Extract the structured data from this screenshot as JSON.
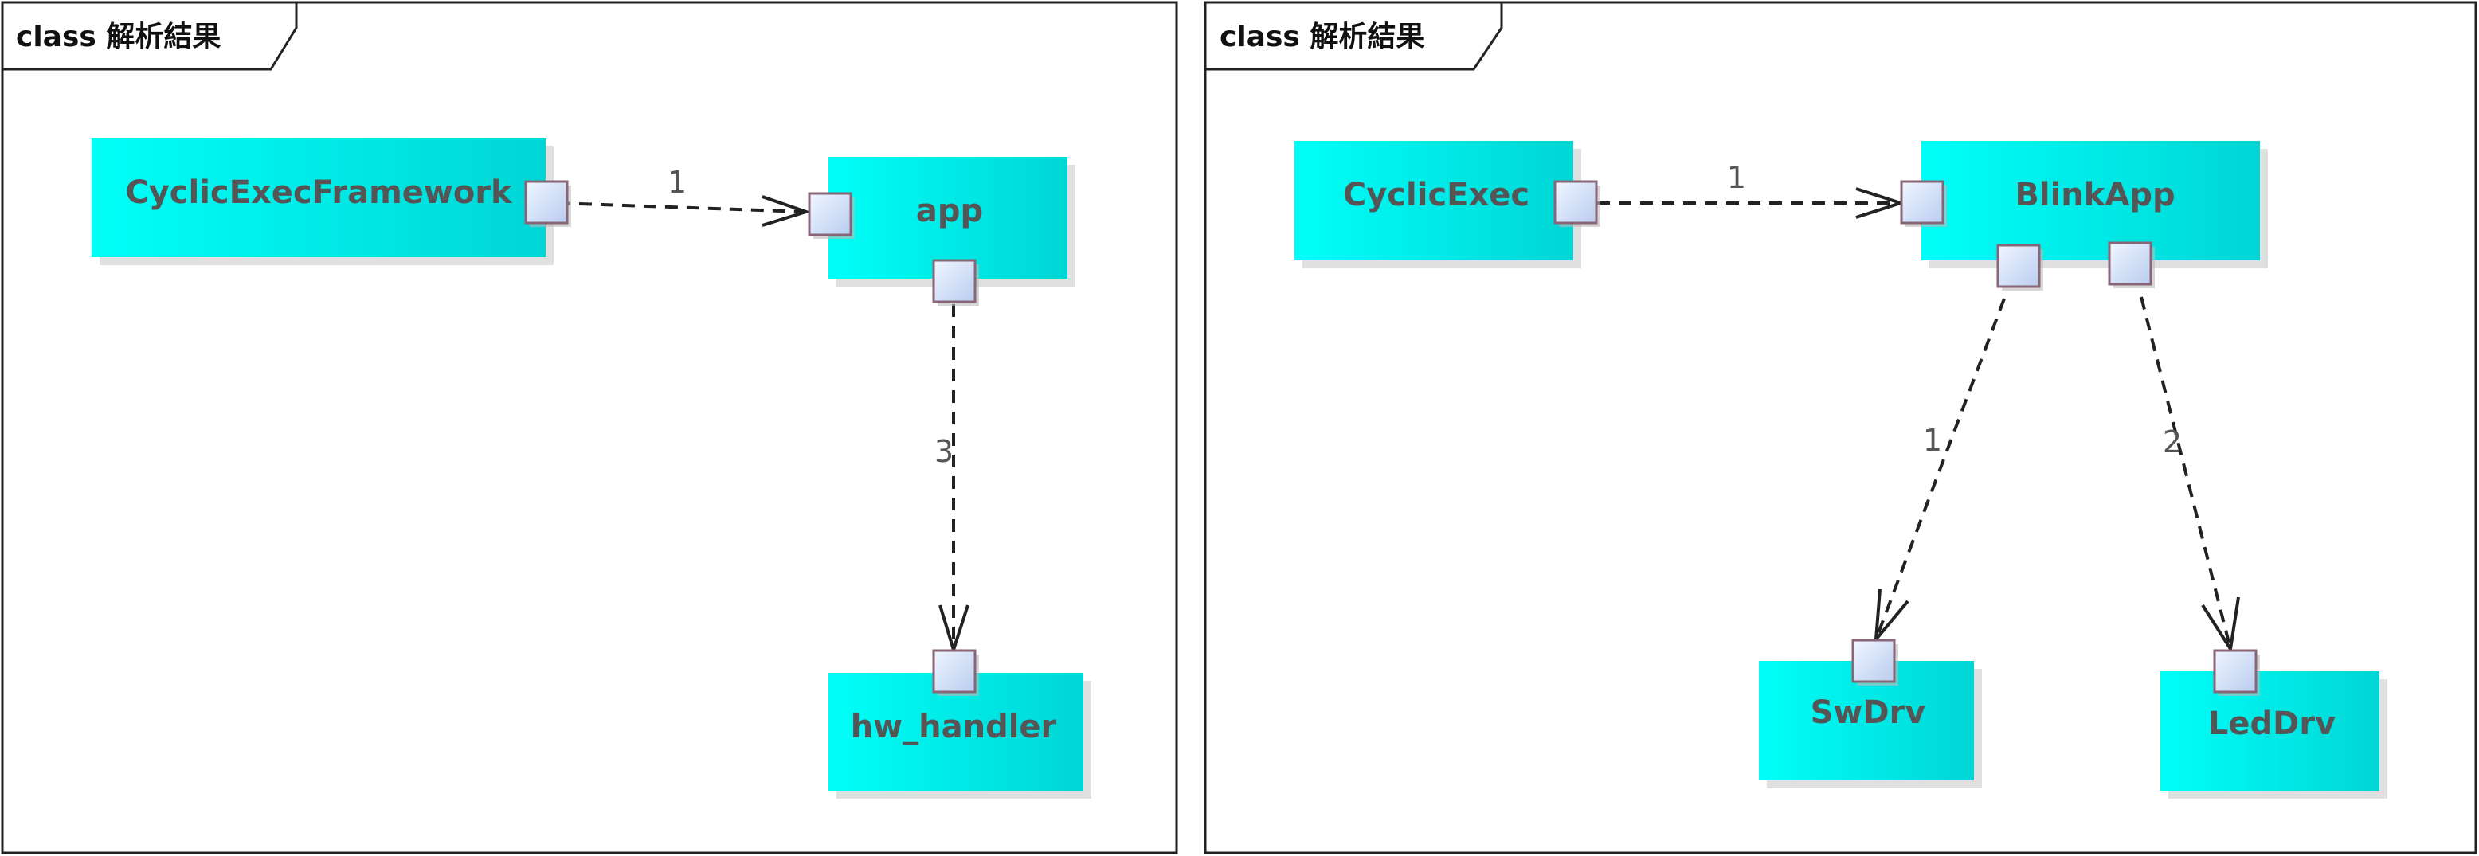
{
  "colors": {
    "component_fill": "#00fff8",
    "component_fill_dark": "#00d6d6",
    "port_fill_light": "#f0f6ff",
    "port_fill_dark": "#b9ccef",
    "text": "#555555",
    "line": "#222222"
  },
  "frames": [
    {
      "title": "class 解析結果",
      "components": [
        {
          "name": "CyclicExecFramework"
        },
        {
          "name": "app"
        },
        {
          "name": "hw_handler"
        }
      ],
      "connectors": [
        {
          "label": "1",
          "from": "CyclicExecFramework",
          "to": "app"
        },
        {
          "label": "3",
          "from": "app",
          "to": "hw_handler"
        }
      ]
    },
    {
      "title": "class 解析結果",
      "components": [
        {
          "name": "CyclicExec"
        },
        {
          "name": "BlinkApp"
        },
        {
          "name": "SwDrv"
        },
        {
          "name": "LedDrv"
        }
      ],
      "connectors": [
        {
          "label": "1",
          "from": "CyclicExec",
          "to": "BlinkApp"
        },
        {
          "label": "1",
          "from": "BlinkApp",
          "to": "SwDrv"
        },
        {
          "label": "2",
          "from": "BlinkApp",
          "to": "LedDrv"
        }
      ]
    }
  ]
}
